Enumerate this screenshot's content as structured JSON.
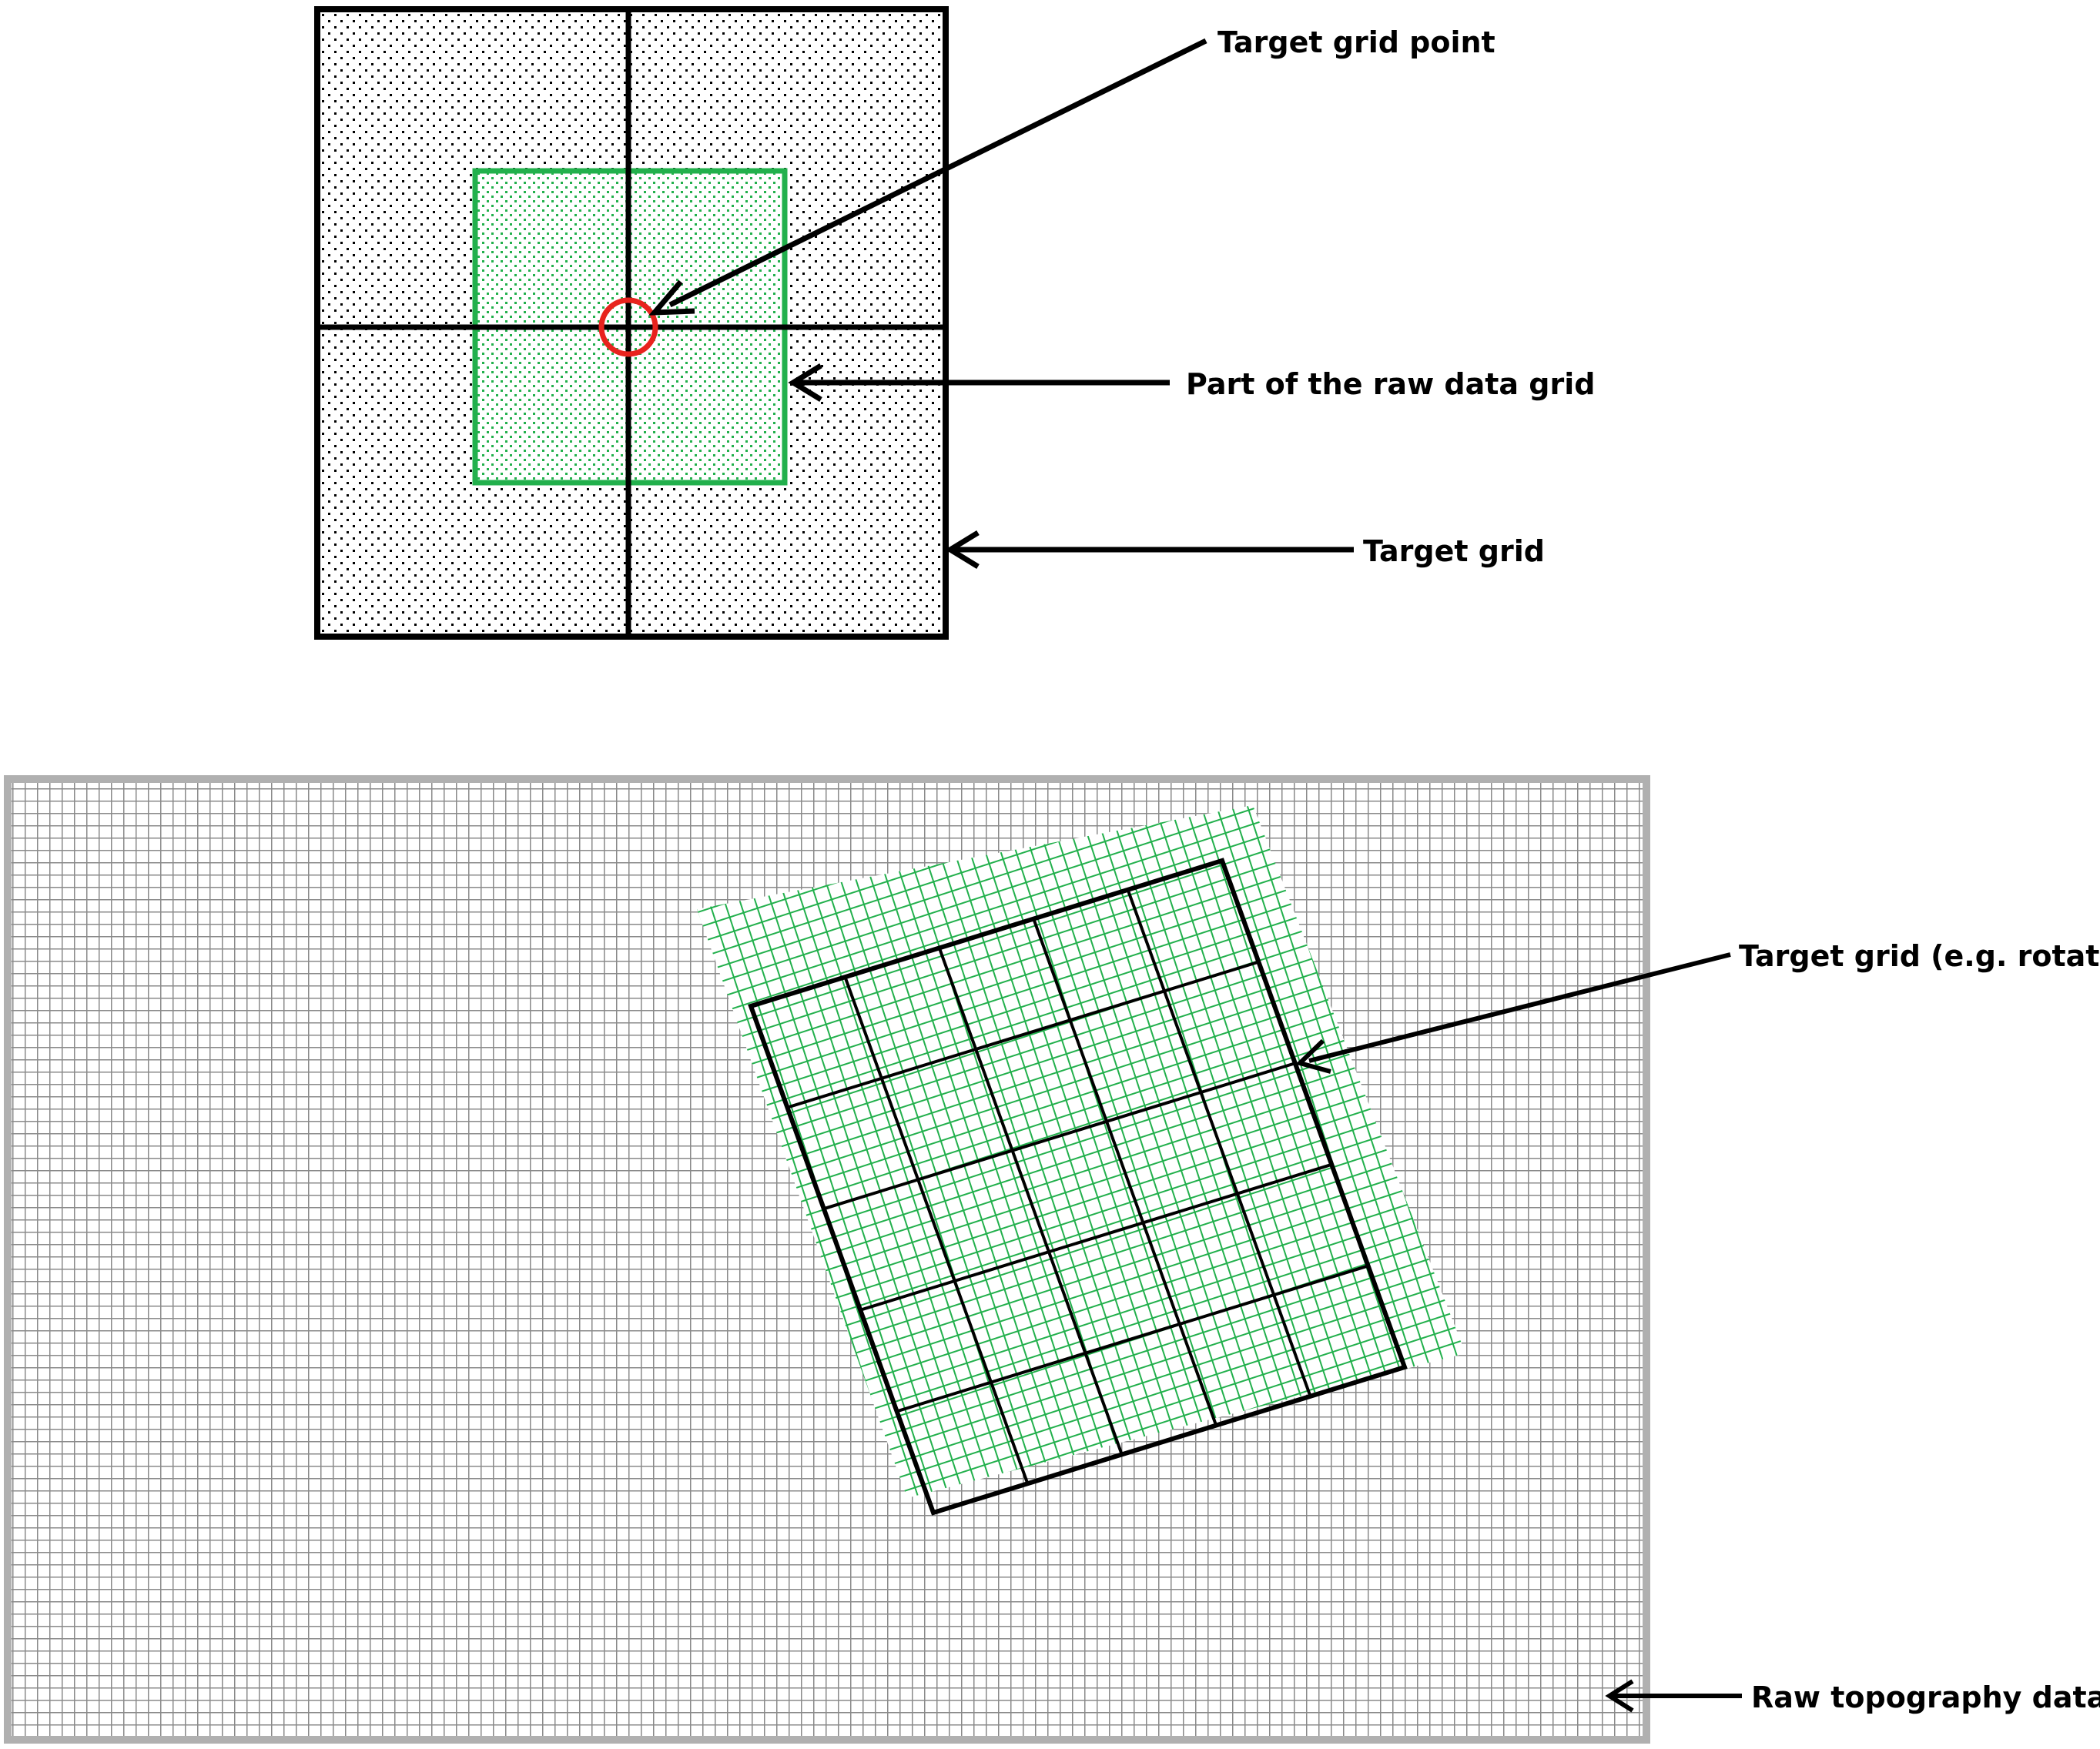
{
  "labels": {
    "target_grid_point": "Target grid point",
    "raw_data_grid_part": "Part of the raw data grid",
    "target_grid": "Target grid",
    "target_grid_rotated": "Target grid (e.g. rotated)",
    "raw_topography": "Raw topography data"
  },
  "colors": {
    "target_grid": "#000000",
    "raw_data_grid": "#22b04c",
    "target_point": "#e8231e",
    "topography_grid": "#8a8a8a",
    "dots": "#000000"
  },
  "rotated_grid": {
    "cells_per_side": 5,
    "rotation_deg": -18
  }
}
